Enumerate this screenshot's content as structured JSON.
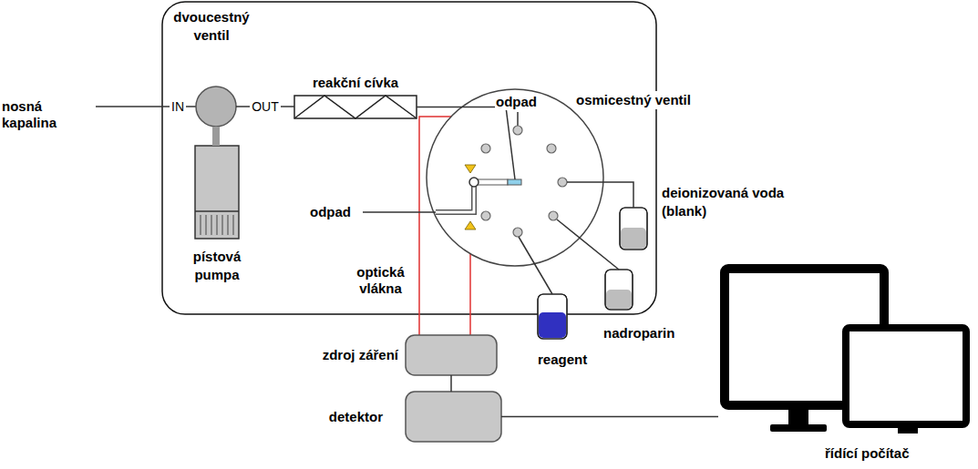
{
  "diagram": {
    "nodes": [
      {
        "text": [
          "dvoucestný ventil"
        ]
      },
      {
        "text": [
          "pístová pumpa"
        ]
      },
      {
        "text": [
          "reakční cívka"
        ]
      },
      {
        "text": [
          "osmicestný ventil"
        ]
      },
      {
        "text": [
          "deionizovaná voda (blank)"
        ]
      },
      {
        "text": [
          "nadroparin"
        ]
      },
      {
        "text": [
          "reagent"
        ]
      },
      {
        "text": [
          "zdroj záření"
        ]
      },
      {
        "text": [
          "detektor"
        ]
      },
      {
        "text": [
          "řídící počítač"
        ]
      }
    ],
    "edges": [
      {
        "from": 0,
        "to": 1,
        "arrow": "none"
      },
      {
        "from": 0,
        "to": 2,
        "arrow": "none",
        "label": "OUT"
      },
      {
        "from": 2,
        "to": 3,
        "arrow": "none"
      },
      {
        "from": 3,
        "to": 4,
        "arrow": "none"
      },
      {
        "from": 3,
        "to": 5,
        "arrow": "none"
      },
      {
        "from": 3,
        "to": 6,
        "arrow": "none"
      },
      {
        "from": 7,
        "to": 8,
        "arrow": "none"
      },
      {
        "from": 8,
        "to": 9,
        "arrow": "none"
      }
    ],
    "labels": [
      "nosná kapalina",
      "IN",
      "odpad",
      "odpad",
      "optická vlákna"
    ]
  }
}
